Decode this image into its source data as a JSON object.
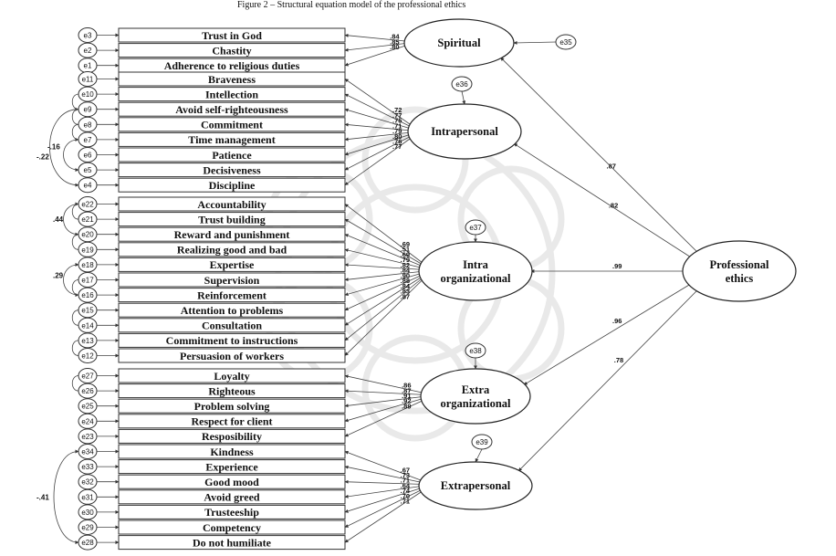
{
  "header_fragment": "Figure 2 – Structural equation model of the professional ethics",
  "higher_order": {
    "label_line1": "Professional",
    "label_line2": "ethics"
  },
  "factors": [
    {
      "id": "spiritual",
      "label_line1": "Spiritual",
      "label_line2": "",
      "error": "e35",
      "loading": ".87",
      "items": [
        {
          "label": "Trust in God",
          "error": "e3",
          "loading": ".84"
        },
        {
          "label": "Chastity",
          "error": "e2",
          "loading": ".85"
        },
        {
          "label": "Adherence to religious duties",
          "error": "e1",
          "loading": ".80"
        }
      ]
    },
    {
      "id": "intrapersonal",
      "label_line1": "Intrapersonal",
      "label_line2": "",
      "error": "e36",
      "loading": ".82",
      "items": [
        {
          "label": "Braveness",
          "error": "e11",
          "loading": ".72"
        },
        {
          "label": "Intellection",
          "error": "e10",
          "loading": ".77"
        },
        {
          "label": "Avoid self-righteousness",
          "error": "e9",
          "loading": ".75"
        },
        {
          "label": "Commitment",
          "error": "e8",
          "loading": ".71"
        },
        {
          "label": "Time management",
          "error": "e7",
          "loading": ".79"
        },
        {
          "label": "Patience",
          "error": "e6",
          "loading": ".80"
        },
        {
          "label": "Decisiveness",
          "error": "e5",
          "loading": ".76"
        },
        {
          "label": "Discipline",
          "error": "e4",
          "loading": ".77"
        }
      ]
    },
    {
      "id": "intra_org",
      "label_line1": "Intra",
      "label_line2": "organizational",
      "error": "e37",
      "loading": ".99",
      "items": [
        {
          "label": "Accountability",
          "error": "e22",
          "loading": ".69"
        },
        {
          "label": "Trust building",
          "error": "e21",
          "loading": ".51"
        },
        {
          "label": "Reward and punishment",
          "error": "e20",
          "loading": ".69"
        },
        {
          "label": "Realizing good and bad",
          "error": "e19",
          "loading": ".79"
        },
        {
          "label": "Expertise",
          "error": "e18",
          "loading": ".82"
        },
        {
          "label": "Supervision",
          "error": "e17",
          "loading": ".84"
        },
        {
          "label": "Reinforcement",
          "error": "e16",
          "loading": ".90"
        },
        {
          "label": "Attention to problems",
          "error": "e15",
          "loading": ".88"
        },
        {
          "label": "Consultation",
          "error": "e14",
          "loading": ".84"
        },
        {
          "label": "Commitment to instructions",
          "error": "e13",
          "loading": ".83"
        },
        {
          "label": "Persuasion of workers",
          "error": "e12",
          "loading": ".87"
        }
      ]
    },
    {
      "id": "extra_org",
      "label_line1": "Extra",
      "label_line2": "organizational",
      "error": "e38",
      "loading": ".96",
      "items": [
        {
          "label": "Loyalty",
          "error": "e27",
          "loading": ".86"
        },
        {
          "label": "Righteous",
          "error": "e26",
          "loading": ".87"
        },
        {
          "label": "Problem solving",
          "error": "e25",
          "loading": ".91"
        },
        {
          "label": "Respect for client",
          "error": "e24",
          "loading": ".92"
        },
        {
          "label": "Resposibility",
          "error": "e23",
          "loading": ".89"
        }
      ]
    },
    {
      "id": "extrapersonal",
      "label_line1": "Extrapersonal",
      "label_line2": "",
      "error": "e39",
      "loading": ".78",
      "items": [
        {
          "label": "Kindness",
          "error": "e34",
          "loading": ".67"
        },
        {
          "label": "Experience",
          "error": "e33",
          "loading": ".73"
        },
        {
          "label": "Good mood",
          "error": "e32",
          "loading": ".71"
        },
        {
          "label": "Avoid greed",
          "error": "e31",
          "loading": ".64"
        },
        {
          "label": "Trusteeship",
          "error": "e30",
          "loading": ".74"
        },
        {
          "label": "Competency",
          "error": "e29",
          "loading": ".70"
        },
        {
          "label": "Do not humiliate",
          "error": "e28",
          "loading": ".71"
        }
      ]
    }
  ],
  "correlations": [
    "-.16",
    "-.22",
    ".44",
    ".29",
    "-.41"
  ]
}
